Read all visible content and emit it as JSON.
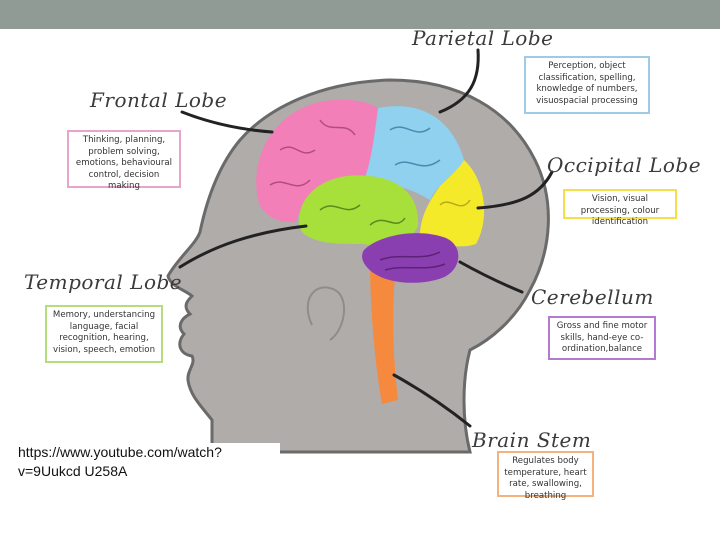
{
  "lobes": {
    "parietal": {
      "title": "Parietal Lobe",
      "desc": "Perception, object classification, spelling, knowledge of numbers, visuospacial processing",
      "color": "#8fd1ee"
    },
    "frontal": {
      "title": "Frontal Lobe",
      "desc": "Thinking, planning, problem solving, emotions, behavioural control, decision making",
      "color": "#f27fb8"
    },
    "occipital": {
      "title": "Occipital Lobe",
      "desc": "Vision, visual processing, colour identification",
      "color": "#f5ea2a"
    },
    "temporal": {
      "title": "Temporal Lobe",
      "desc": "Memory, understancing language, facial recognition, hearing, vision, speech, emotion",
      "color": "#a7e03a"
    },
    "cerebellum": {
      "title": "Cerebellum",
      "desc": "Gross and fine motor skills, hand-eye co-ordination,balance",
      "color": "#8a3fb1"
    },
    "brainstem": {
      "title": "Brain Stem",
      "desc": "Regulates body temperature, heart rate, swallowing, breathing",
      "color": "#f58a3f"
    }
  },
  "source_link": "https://www.youtube.com/watch?v=9Uukcd U258A"
}
